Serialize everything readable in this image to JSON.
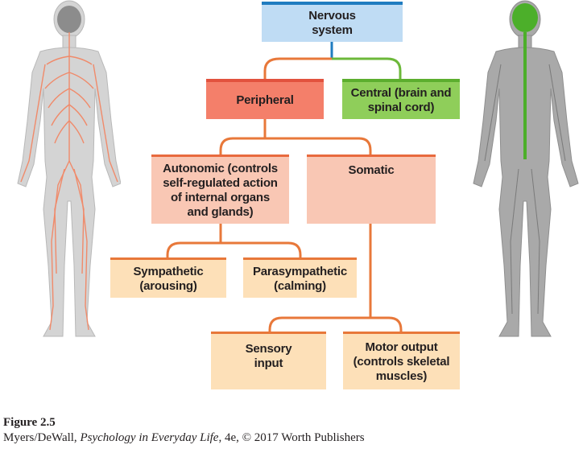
{
  "diagram": {
    "nervous_system": "Nervous\nsystem",
    "central": "Central (brain and\nspinal cord)",
    "peripheral": "Peripheral",
    "autonomic": "Autonomic (controls\nself-regulated action\nof internal organs\nand glands)",
    "somatic": "Somatic",
    "sympathetic": "Sympathetic\n(arousing)",
    "parasympathetic": "Parasympathetic\n(calming)",
    "sensory": "Sensory\ninput",
    "motor": "Motor output\n(controls skeletal\nmuscles)"
  },
  "caption": {
    "figure_label": "Figure 2.5",
    "credit_prefix": "Myers/DeWall, ",
    "credit_title": "Psychology in Everyday Life",
    "credit_suffix": ", 4e, © 2017 Worth Publishers"
  },
  "colors": {
    "peripheral_nerves": "#f08a6a",
    "central_nerves": "#4caf2a",
    "connector_orange": "#e8783a",
    "connector_green": "#6cb83a",
    "connector_blue": "#1f7cc0"
  }
}
